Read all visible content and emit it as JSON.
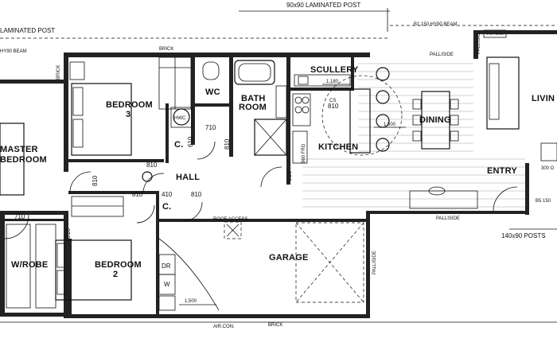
{
  "labels": {
    "post_top": "90x90 LAMINATED POST",
    "post_left": "LAMINATED POST",
    "beam_left": "HY90 BEAM",
    "beam_top_right": "B1 150 HY90 BEAM",
    "hpump": "H.PUMP",
    "brick_top": "BRICK",
    "brick_left": "BRICK",
    "brick_bottom": "BRICK",
    "palliside_top": "PALLISIDE",
    "palliside_right": "PALLISIDE",
    "palliside_garage": "PALLISIDE",
    "palliside_entry": "PALLISIDE",
    "post_right": "140x90 POSTS",
    "beam_right": "B5 150",
    "beam_right2": "300 O",
    "roof_access": "ROOF ACCESS",
    "aircon": "AIR.CON.",
    "hwc": "HWC",
    "fridge": "960 FRG",
    "cs": "CS"
  },
  "rooms": {
    "master": [
      "MASTER",
      "BEDROOM"
    ],
    "bedroom3": [
      "BEDROOM",
      "3"
    ],
    "bedroom2": [
      "BEDROOM",
      "2"
    ],
    "wc": "WC",
    "bath": [
      "BATH",
      "ROOM"
    ],
    "scullery": "SCULLERY",
    "kitchen": "KITCHEN",
    "dining": "DINING",
    "living": "LIVIN",
    "hall": "HALL",
    "garage": "GARAGE",
    "wrobe": "W/ROBE",
    "entry": "ENTRY",
    "c1": "C.",
    "c2": "C.",
    "dr": "DR",
    "w": "W"
  },
  "dims": {
    "d1180": "1,180",
    "d810_kitchen": "810",
    "d1500_dining": "1,500",
    "d710_hwc": "710",
    "d610": "610",
    "d810_bath": "810",
    "d810_hall_left": "810",
    "d810_b3": "810",
    "d810_hall1": "810",
    "d410": "410",
    "d810_hall2": "810",
    "d810_kitchen_door": "810",
    "d710_left": "710",
    "d810_b2": "810",
    "d1500_garage": "1,500"
  }
}
